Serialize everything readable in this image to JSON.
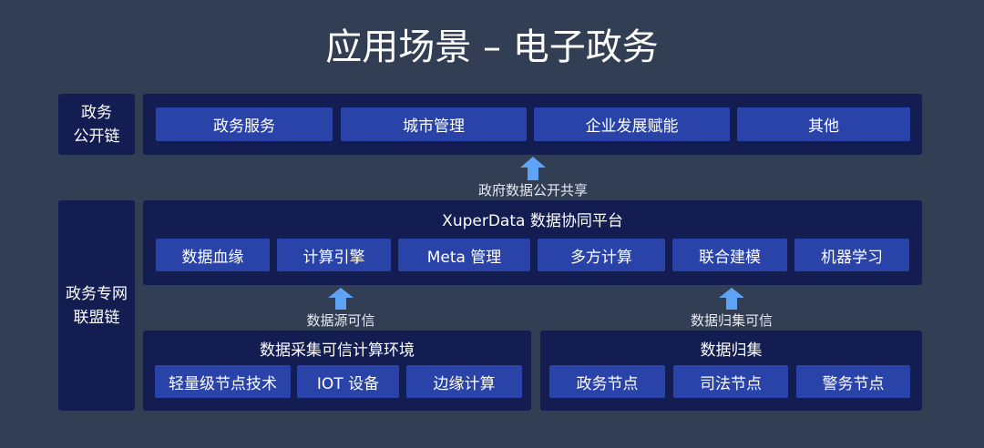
{
  "title": "应用场景 – 电子政务",
  "colors": {
    "background": "#323e53",
    "panel": "#131d52",
    "chip": "#2a43a8",
    "arrow": "#5ea3f5"
  },
  "top_row": {
    "side_label": [
      "政务",
      "公开链"
    ],
    "chips": [
      "政务服务",
      "城市管理",
      "企业发展赋能",
      "其他"
    ]
  },
  "arrow_share": {
    "label": "政府数据公开共享",
    "icon": "arrow-up-icon"
  },
  "alliance": {
    "side_label": [
      "政务专网",
      "联盟链"
    ]
  },
  "platform": {
    "title": "XuperData 数据协同平台",
    "chips": [
      "数据血缘",
      "计算引擎",
      "Meta 管理",
      "多方计算",
      "联合建模",
      "机器学习"
    ]
  },
  "arrow_source": {
    "label": "数据源可信",
    "icon": "arrow-up-icon"
  },
  "arrow_collect": {
    "label": "数据归集可信",
    "icon": "arrow-up-icon"
  },
  "collection": {
    "title": "数据采集可信计算环境",
    "chips": [
      "轻量级节点技术",
      "IOT 设备",
      "边缘计算"
    ]
  },
  "aggregation": {
    "title": "数据归集",
    "chips": [
      "政务节点",
      "司法节点",
      "警务节点"
    ]
  }
}
